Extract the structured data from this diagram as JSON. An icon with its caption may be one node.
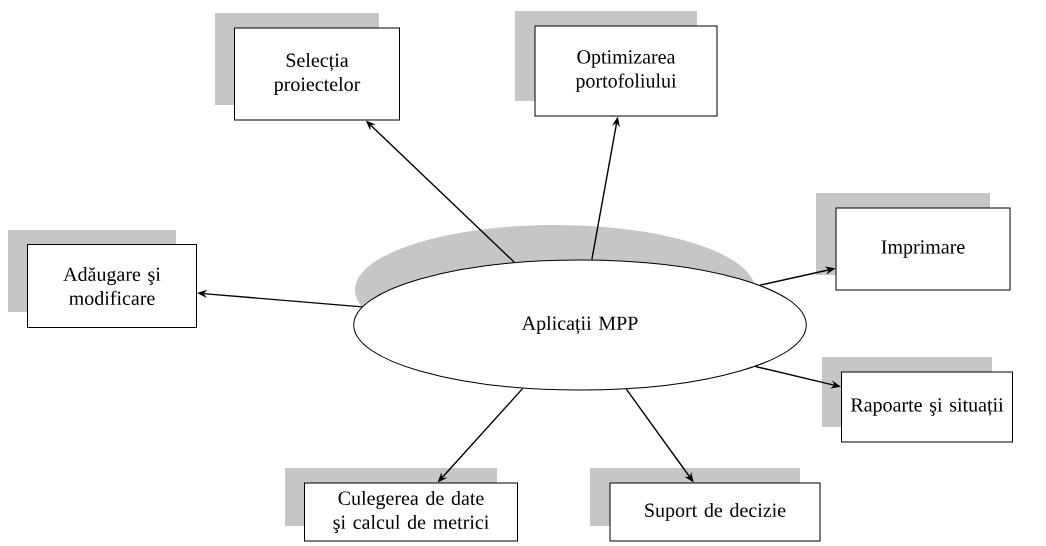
{
  "diagram": {
    "nodes": [
      {
        "text": [
          "Selecția proiectelor"
        ]
      },
      {
        "text": [
          "Optimizarea portofoliului"
        ]
      },
      {
        "text": [
          "Imprimare"
        ]
      },
      {
        "text": [
          "Adăugare şi modificare"
        ]
      },
      {
        "text": [
          "Aplicații MPP"
        ]
      },
      {
        "text": [
          "Rapoarte şi situații"
        ]
      },
      {
        "text": [
          "Culegerea de date şi calcul de metrici"
        ]
      },
      {
        "text": [
          "Suport de decizie"
        ]
      }
    ],
    "edges": [
      {
        "from": 4,
        "to": 0,
        "arrow": "to"
      },
      {
        "from": 4,
        "to": 1,
        "arrow": "to"
      },
      {
        "from": 4,
        "to": 2,
        "arrow": "to"
      },
      {
        "from": 4,
        "to": 3,
        "arrow": "to"
      },
      {
        "from": 4,
        "to": 5,
        "arrow": "to"
      },
      {
        "from": 4,
        "to": 6,
        "arrow": "to"
      },
      {
        "from": 4,
        "to": 7,
        "arrow": "to"
      }
    ]
  }
}
